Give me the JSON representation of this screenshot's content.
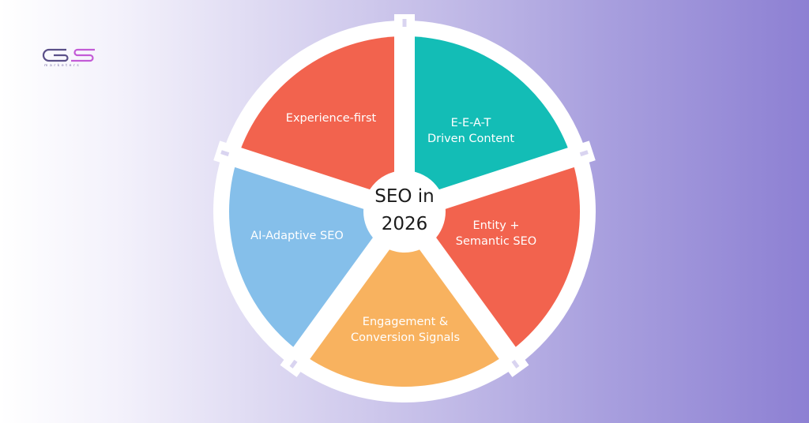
{
  "logo": {
    "text": "GS",
    "subtitle": "marketers"
  },
  "center": {
    "line1": "SEO in",
    "line2": "2026"
  },
  "segments": [
    {
      "lines": [
        "Experience-first"
      ],
      "color": "#F2634E"
    },
    {
      "lines": [
        "E-E-A-T",
        "Driven Content"
      ],
      "color": "#13BDB6"
    },
    {
      "lines": [
        "Entity +",
        "Semantic SEO"
      ],
      "color": "#F2634E"
    },
    {
      "lines": [
        "Engagement &",
        "Conversion Signals"
      ],
      "color": "#F8B25F"
    },
    {
      "lines": [
        "AI-Adaptive SEO"
      ],
      "color": "#85BFEA"
    }
  ]
}
